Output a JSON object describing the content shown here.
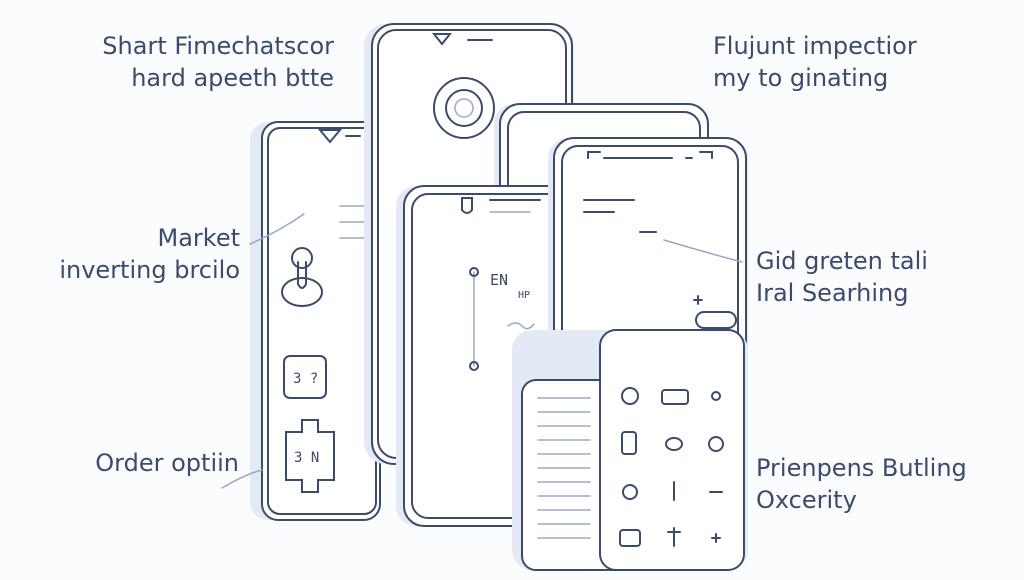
{
  "labels": {
    "top_left": [
      "Shart Fimechatscor",
      "hard apeeth btte"
    ],
    "top_right": [
      "Flujunt impectior",
      "my to ginating"
    ],
    "mid_left": [
      "Market",
      "inverting brcilo"
    ],
    "mid_right": [
      "Gid greten tali",
      "Iral Searhing"
    ],
    "bottom_left": [
      "Order optiin"
    ],
    "bottom_right": [
      "Prienpens Butling",
      "Oxcerity"
    ]
  },
  "screen_text": {
    "left_phone_badge": "3 N",
    "left_phone_code": "3 ?",
    "center_phone_logo": "EN",
    "center_phone_sub": "HP"
  },
  "colors": {
    "stroke": "#3b4b6b",
    "stroke_light": "#9aa8c4",
    "fill": "#ffffff",
    "shadow": "#e3e9f5",
    "text": "#3b4b6b"
  },
  "icons": [
    "menu-icon",
    "gear-icon",
    "lock-icon",
    "hand-tap-icon",
    "pen-icon",
    "grid-icon",
    "search-icon",
    "card-icon"
  ]
}
